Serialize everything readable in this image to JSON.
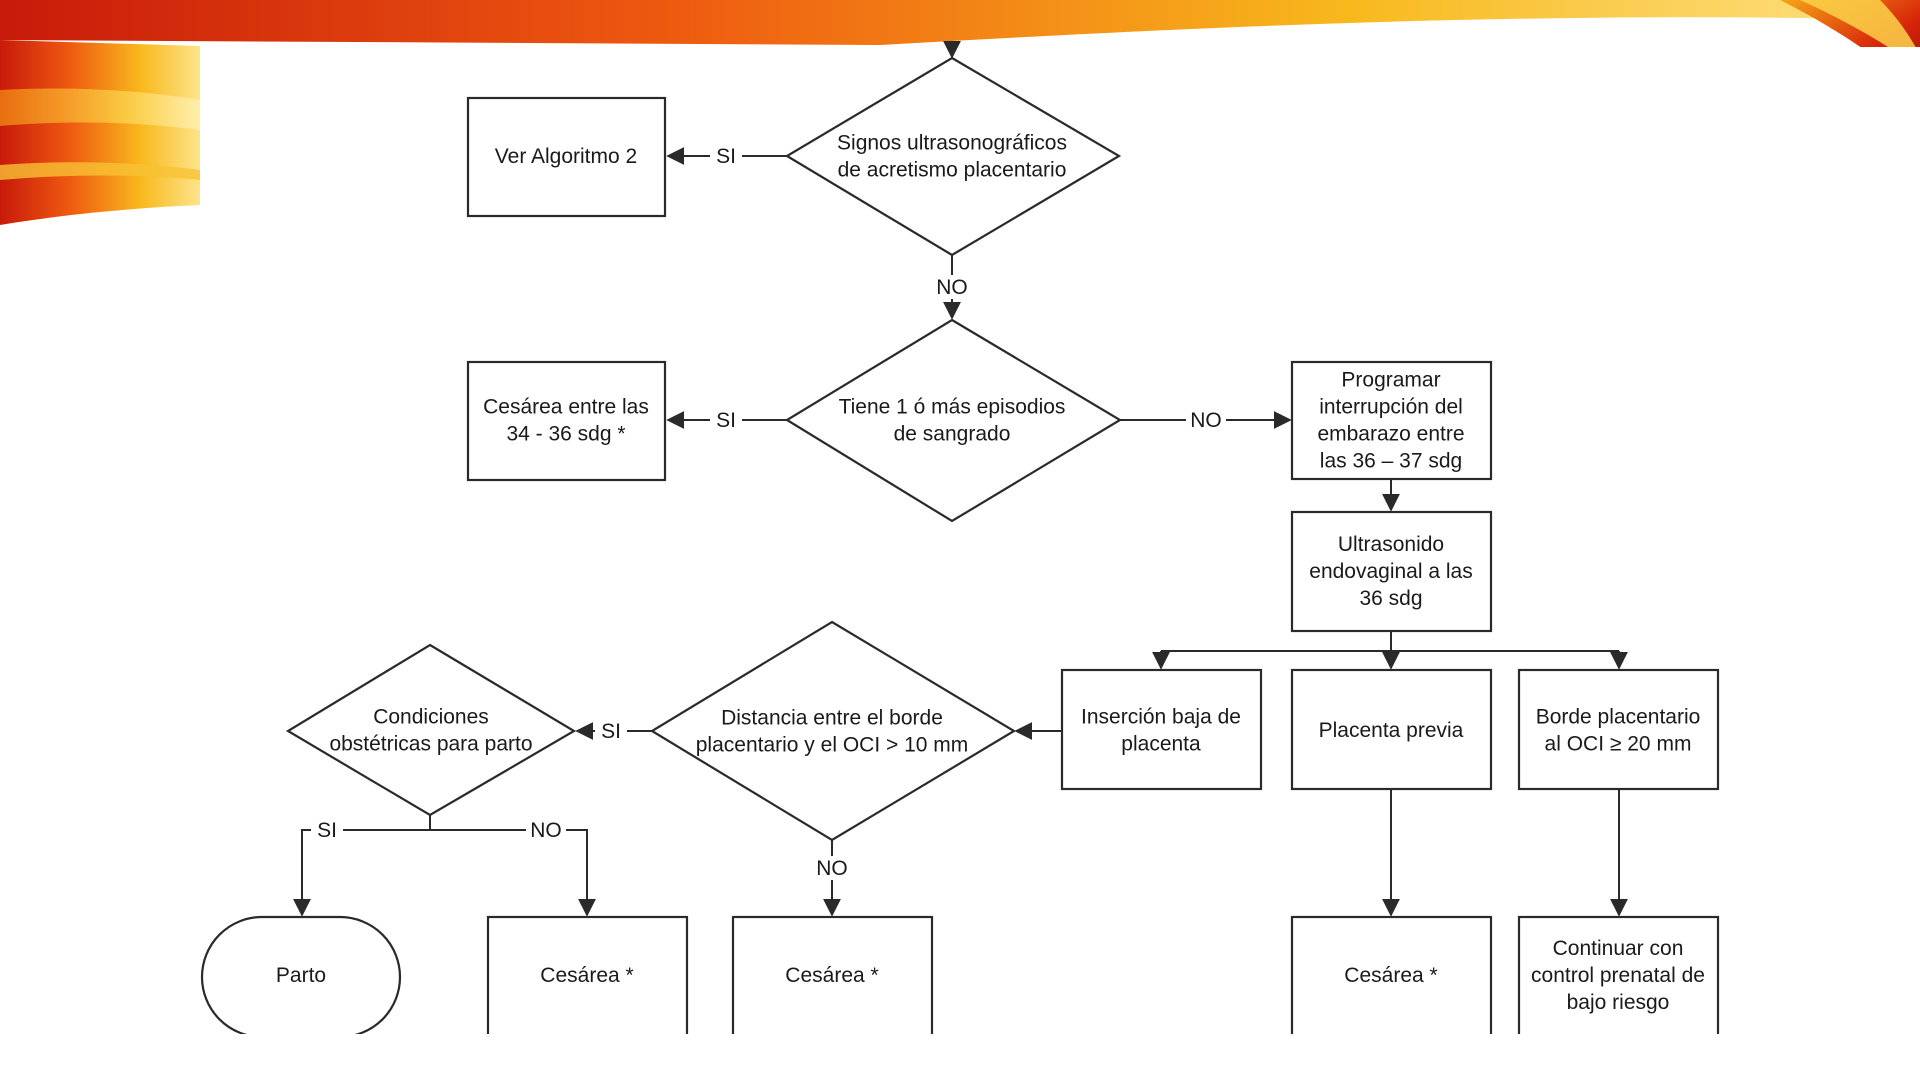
{
  "colors": {
    "swoosh_dark": "#c81a0a",
    "swoosh_mid": "#ee5a10",
    "swoosh_light": "#f8b81c",
    "line": "#2a2a2a"
  },
  "nodes": {
    "decision_acretismo": {
      "lines": [
        "Signos ultrasonográficos",
        "de acretismo placentario"
      ]
    },
    "box_algoritmo2": {
      "lines": [
        "Ver Algoritmo 2"
      ]
    },
    "decision_sangrado": {
      "lines": [
        "Tiene 1 ó más episodios",
        "de sangrado"
      ]
    },
    "box_cesarea_34_36": {
      "lines": [
        "Cesárea entre las",
        "34 - 36 sdg *"
      ]
    },
    "box_programar": {
      "lines": [
        "Programar",
        "interrupción del",
        "embarazo entre",
        "las 36 – 37 sdg"
      ]
    },
    "box_ultrasonido": {
      "lines": [
        "Ultrasonido",
        "endovaginal a las",
        "36 sdg"
      ]
    },
    "box_insercion_baja": {
      "lines": [
        "Inserción baja de",
        "placenta"
      ]
    },
    "box_placenta_previa": {
      "lines": [
        "Placenta previa"
      ]
    },
    "box_borde_placentario": {
      "lines": [
        "Borde placentario",
        "al OCI ≥ 20 mm"
      ]
    },
    "decision_distancia": {
      "lines": [
        "Distancia entre el borde",
        "placentario y el OCI > 10 mm"
      ]
    },
    "decision_condiciones": {
      "lines": [
        "Condiciones",
        "obstétricas para parto"
      ]
    },
    "terminal_parto": {
      "lines": [
        "Parto"
      ]
    },
    "box_cesarea_a": {
      "lines": [
        "Cesárea *"
      ]
    },
    "box_cesarea_b": {
      "lines": [
        "Cesárea *"
      ]
    },
    "box_cesarea_c": {
      "lines": [
        "Cesárea *"
      ]
    },
    "box_continuar": {
      "lines": [
        "Continuar con",
        "control prenatal de",
        "bajo riesgo"
      ]
    }
  },
  "edge_labels": {
    "acretismo_si": "SI",
    "acretismo_no": "NO",
    "sangrado_si": "SI",
    "sangrado_no": "NO",
    "distancia_si": "SI",
    "distancia_no": "NO",
    "condiciones_si": "SI",
    "condiciones_no": "NO"
  }
}
